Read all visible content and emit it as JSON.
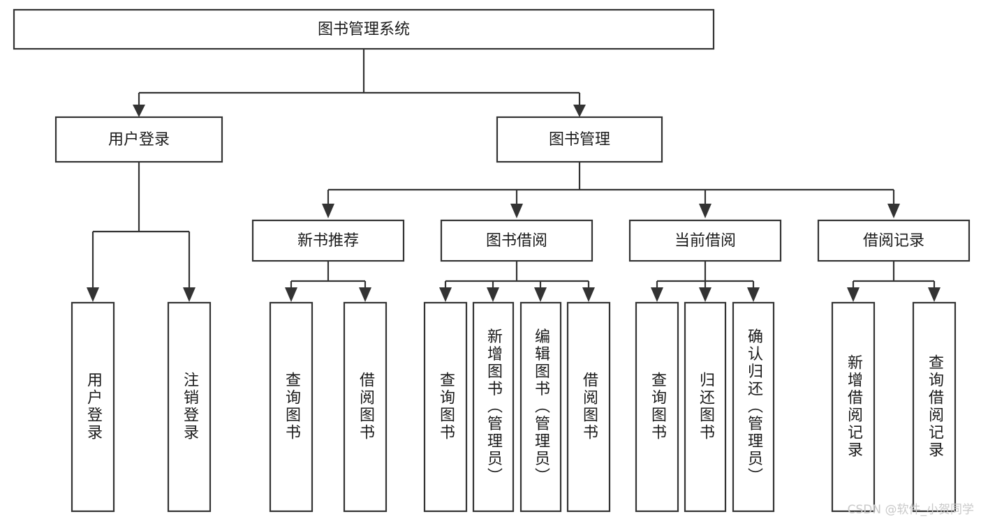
{
  "diagram": {
    "title": "图书管理系统",
    "type": "hierarchy-tree",
    "orientation": "top-down",
    "colors": {
      "box_stroke": "#333333",
      "box_fill": "#ffffff",
      "text": "#1a1a1a",
      "connector": "#333333",
      "background": "#ffffff",
      "watermark": "#c9c9c9"
    },
    "levels": [
      {
        "level": 1,
        "nodes": [
          {
            "id": "root",
            "label": "图书管理系统",
            "orientation": "horizontal"
          }
        ]
      },
      {
        "level": 2,
        "nodes": [
          {
            "id": "login",
            "label": "用户登录",
            "orientation": "horizontal",
            "parent": "root"
          },
          {
            "id": "bookmgmt",
            "label": "图书管理",
            "orientation": "horizontal",
            "parent": "root"
          }
        ]
      },
      {
        "level": 3,
        "nodes": [
          {
            "id": "newbook",
            "label": "新书推荐",
            "orientation": "horizontal",
            "parent": "bookmgmt"
          },
          {
            "id": "borrow",
            "label": "图书借阅",
            "orientation": "horizontal",
            "parent": "bookmgmt"
          },
          {
            "id": "current",
            "label": "当前借阅",
            "orientation": "horizontal",
            "parent": "bookmgmt"
          },
          {
            "id": "records",
            "label": "借阅记录",
            "orientation": "horizontal",
            "parent": "bookmgmt"
          }
        ]
      },
      {
        "level": 4,
        "nodes": [
          {
            "id": "leaf-user-login",
            "label": "用户登录",
            "orientation": "vertical",
            "parent": "login"
          },
          {
            "id": "leaf-user-logout",
            "label": "注销登录",
            "orientation": "vertical",
            "parent": "login"
          },
          {
            "id": "leaf-query-book-1",
            "label": "查询图书",
            "orientation": "vertical",
            "parent": "newbook"
          },
          {
            "id": "leaf-borrow-book-1",
            "label": "借阅图书",
            "orientation": "vertical",
            "parent": "newbook"
          },
          {
            "id": "leaf-query-book-2",
            "label": "查询图书",
            "orientation": "vertical",
            "parent": "borrow"
          },
          {
            "id": "leaf-add-book",
            "label": "新增图书（管理员）",
            "orientation": "vertical",
            "parent": "borrow"
          },
          {
            "id": "leaf-edit-book",
            "label": "编辑图书（管理员）",
            "orientation": "vertical",
            "parent": "borrow"
          },
          {
            "id": "leaf-borrow-book-2",
            "label": "借阅图书",
            "orientation": "vertical",
            "parent": "borrow"
          },
          {
            "id": "leaf-query-book-3",
            "label": "查询图书",
            "orientation": "vertical",
            "parent": "current"
          },
          {
            "id": "leaf-return-book",
            "label": "归还图书",
            "orientation": "vertical",
            "parent": "current"
          },
          {
            "id": "leaf-confirm-return",
            "label": "确认归还（管理员）",
            "orientation": "vertical",
            "parent": "current"
          },
          {
            "id": "leaf-add-record",
            "label": "新增借阅记录",
            "orientation": "vertical",
            "parent": "records"
          },
          {
            "id": "leaf-query-record",
            "label": "查询借阅记录",
            "orientation": "vertical",
            "parent": "records"
          }
        ]
      }
    ]
  },
  "watermark": {
    "text": "CSDN @软件_小贺同学"
  }
}
